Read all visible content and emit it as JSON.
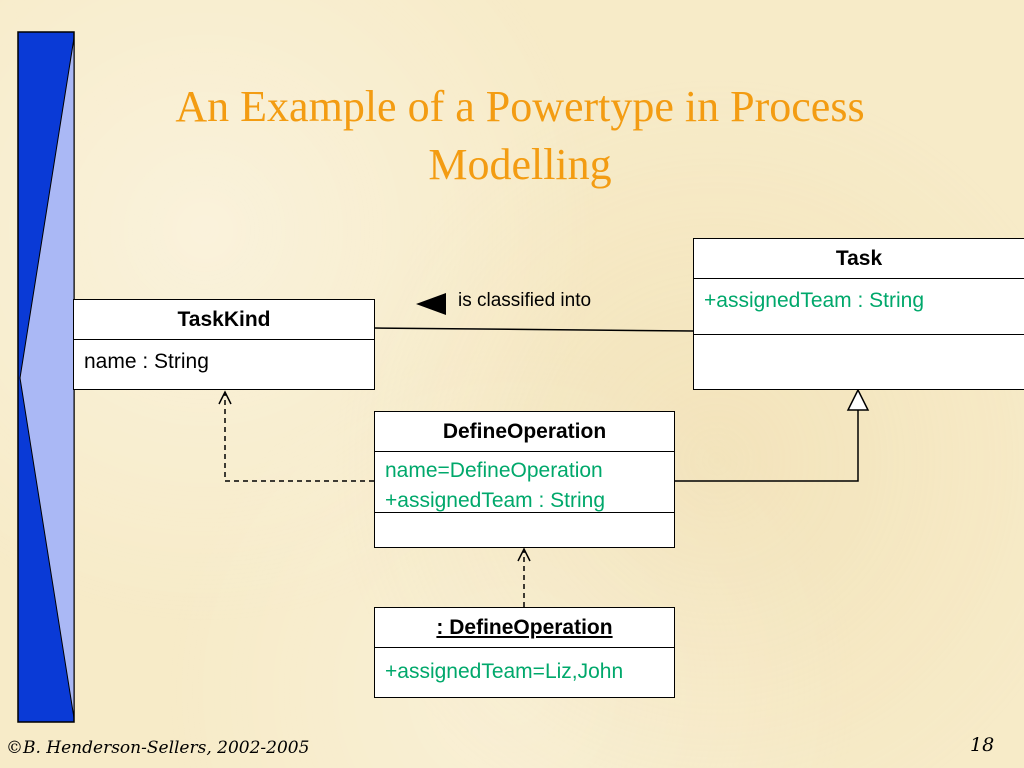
{
  "slide": {
    "title": "An Example of a Powertype in Process Modelling",
    "footer_left": "©B. Henderson-Sellers, 2002-2005",
    "page_number": "18"
  },
  "colors": {
    "title": "#f39c12",
    "attribute_green": "#00a86b",
    "sidebar_blue": "#0a3ad6",
    "sidebar_light": "#aab8f5",
    "background": "#f7ebc8"
  },
  "classes": {
    "taskkind": {
      "name": "TaskKind",
      "attribute": "name : String"
    },
    "task": {
      "name": "Task",
      "attribute": "+assignedTeam : String"
    },
    "defineoperation": {
      "name": "DefineOperation",
      "attribute_1": "name=DefineOperation",
      "attribute_2": "+assignedTeam : String"
    },
    "instance": {
      "name": ": DefineOperation",
      "attribute": "+assignedTeam=Liz,John"
    }
  },
  "association": {
    "label": "is classified into"
  }
}
